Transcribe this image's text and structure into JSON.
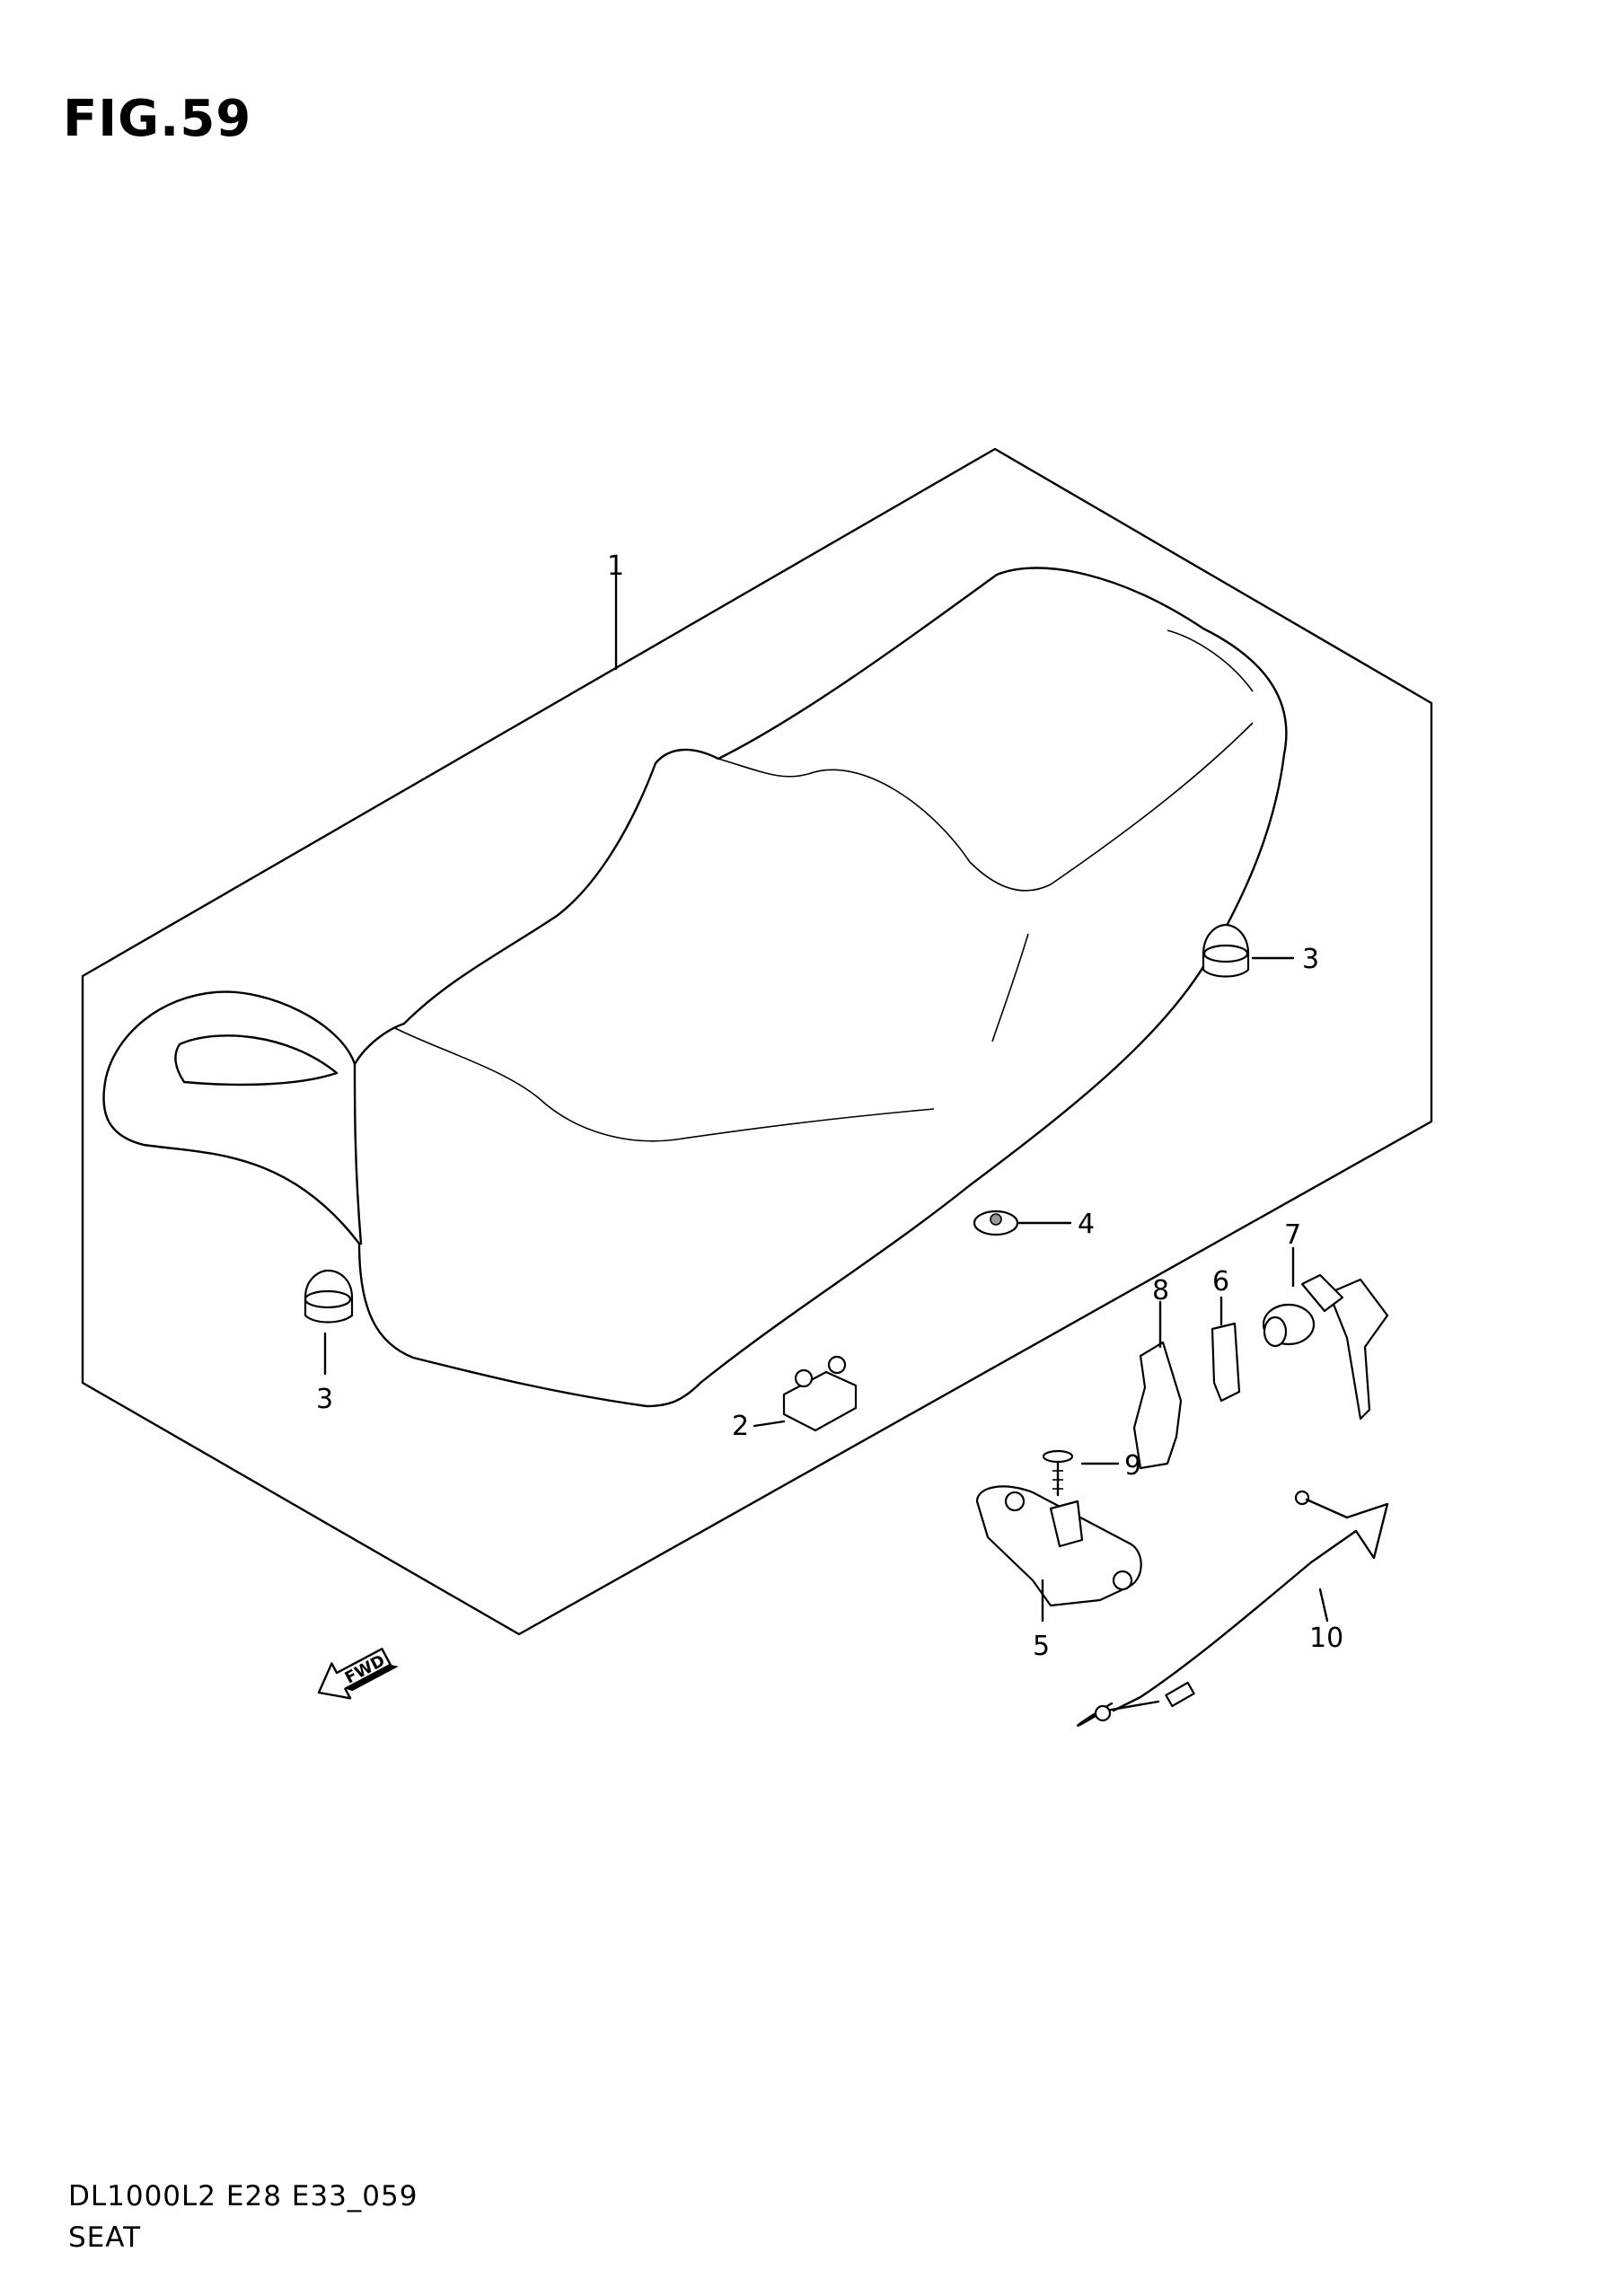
{
  "figure": {
    "title": "FIG.59",
    "code": "DL1000L2 E28 E33_059",
    "name": "SEAT"
  },
  "callouts": [
    {
      "id": "seat",
      "label": "1"
    },
    {
      "id": "cushion-front",
      "label": "3"
    },
    {
      "id": "cushion-rear",
      "label": "3"
    },
    {
      "id": "damper",
      "label": "4"
    },
    {
      "id": "bracket",
      "label": "8"
    },
    {
      "id": "clip",
      "label": "6"
    },
    {
      "id": "lock-set",
      "label": "7"
    },
    {
      "id": "rubber-block",
      "label": "2"
    },
    {
      "id": "screw",
      "label": "9"
    },
    {
      "id": "latch-plate",
      "label": "5"
    },
    {
      "id": "cable",
      "label": "10"
    }
  ],
  "fwd_arrow": {
    "label": "FWD"
  }
}
